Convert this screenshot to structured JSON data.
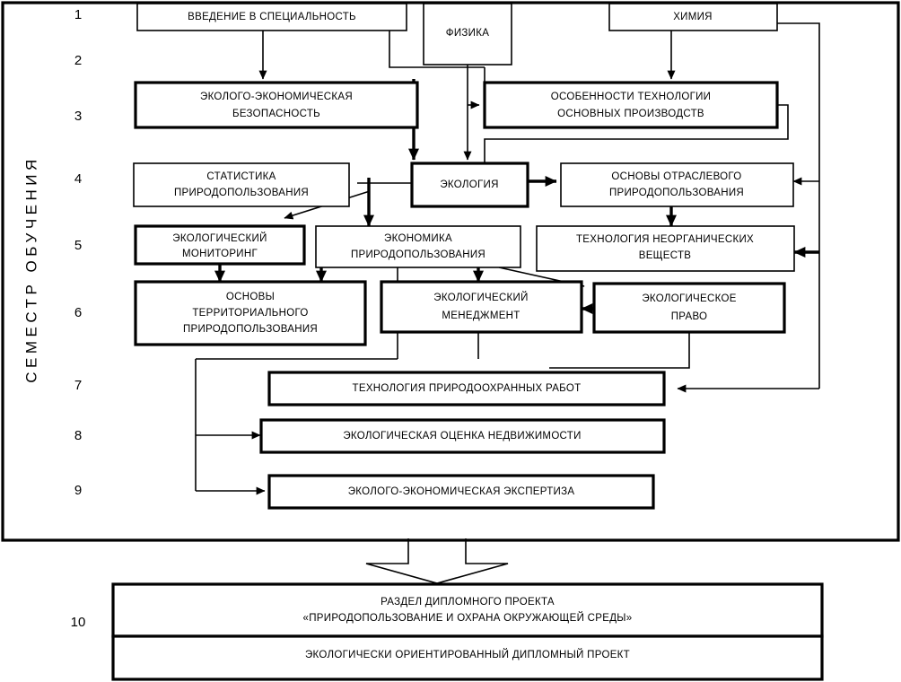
{
  "diagram": {
    "title_vertical": "СЕМЕСТР ОБУЧЕНИЯ",
    "semester_numbers": [
      "1",
      "2",
      "3",
      "4",
      "5",
      "6",
      "7",
      "8",
      "9",
      "10"
    ],
    "colors": {
      "line": "#000000",
      "box_fill": "#ffffff",
      "text": "#000000"
    },
    "nodes": [
      {
        "id": "intro",
        "label": "ВВЕДЕНИЕ В СПЕЦИАЛЬНОСТЬ",
        "semester": "1"
      },
      {
        "id": "physics",
        "label": "ФИЗИКА",
        "semester": "1"
      },
      {
        "id": "chemistry",
        "label": "ХИМИЯ",
        "semester": "1"
      },
      {
        "id": "ecoecosafe",
        "label_line1": "ЭКОЛОГО-ЭКОНОМИЧЕСКАЯ",
        "label_line2": "БЕЗОПАСНОСТЬ",
        "semester": "3"
      },
      {
        "id": "techfeat",
        "label_line1": "ОСОБЕННОСТИ ТЕХНОЛОГИИ",
        "label_line2": "ОСНОВНЫХ ПРОИЗВОДСТВ",
        "semester": "3"
      },
      {
        "id": "statistics",
        "label_line1": "СТАТИСТИКА",
        "label_line2": "ПРИРОДОПОЛЬЗОВАНИЯ",
        "semester": "4"
      },
      {
        "id": "ecology",
        "label": "ЭКОЛОГИЯ",
        "semester": "4"
      },
      {
        "id": "branchbasis",
        "label_line1": "ОСНОВЫ ОТРАСЛЕВОГО",
        "label_line2": "ПРИРОДОПОЛЬЗОВАНИЯ",
        "semester": "4"
      },
      {
        "id": "ecomonitor",
        "label_line1": "ЭКОЛОГИЧЕСКИЙ",
        "label_line2": "МОНИТОРИНГ",
        "semester": "5"
      },
      {
        "id": "ecoeconomy",
        "label_line1": "ЭКОНОМИКА",
        "label_line2": "ПРИРОДОПОЛЬЗОВАНИЯ",
        "semester": "5"
      },
      {
        "id": "inorgtech",
        "label_line1": "ТЕХНОЛОГИЯ НЕОРГАНИЧЕСКИХ",
        "label_line2": "ВЕЩЕСТВ",
        "semester": "5"
      },
      {
        "id": "territorial",
        "label_line1": "ОСНОВЫ",
        "label_line2": "ТЕРРИТОРИАЛЬНОГО",
        "label_line3": "ПРИРОДОПОЛЬЗОВАНИЯ",
        "semester": "6"
      },
      {
        "id": "ecomanage",
        "label_line1": "ЭКОЛОГИЧЕСКИЙ",
        "label_line2": "МЕНЕДЖМЕНТ",
        "semester": "6"
      },
      {
        "id": "ecolaw",
        "label_line1": "ЭКОЛОГИЧЕСКОЕ",
        "label_line2": "ПРАВО",
        "semester": "6"
      },
      {
        "id": "protectwork",
        "label": "ТЕХНОЛОГИЯ ПРИРОДООХРАННЫХ РАБОТ",
        "semester": "7"
      },
      {
        "id": "realestate",
        "label": "ЭКОЛОГИЧЕСКАЯ ОЦЕНКА НЕДВИЖИМОСТИ",
        "semester": "8"
      },
      {
        "id": "expertise",
        "label": "ЭКОЛОГО-ЭКОНОМИЧЕСКАЯ ЭКСПЕРТИЗА",
        "semester": "9"
      },
      {
        "id": "diploma_sec",
        "label_line1": "РАЗДЕЛ ДИПЛОМНОГО ПРОЕКТА",
        "label_line2": "«ПРИРОДОПОЛЬЗОВАНИЕ И ОХРАНА ОКРУЖАЮЩЕЙ СРЕДЫ»",
        "semester": "10"
      },
      {
        "id": "diploma_prj",
        "label": "ЭКОЛОГИЧЕСКИ ОРИЕНТИРОВАННЫЙ ДИПЛОМНЫЙ ПРОЕКТ",
        "semester": "10"
      }
    ]
  }
}
